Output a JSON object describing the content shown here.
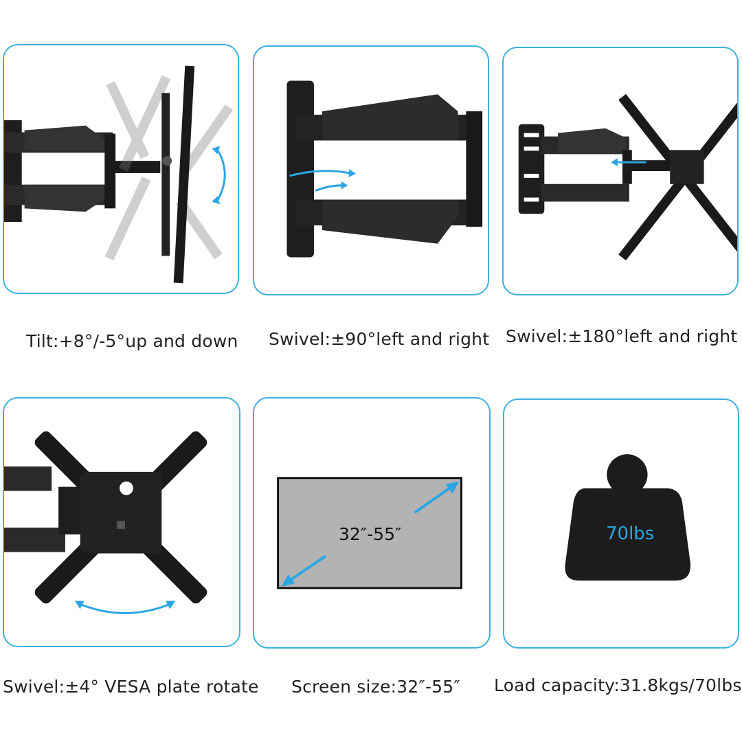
{
  "panels": [
    {
      "id": "tilt",
      "caption": "Tilt:+8°/-5°up and down"
    },
    {
      "id": "swivel90",
      "caption": "Swivel:±90°left and right"
    },
    {
      "id": "swivel180",
      "caption": "Swivel:±180°left and right"
    },
    {
      "id": "rotate",
      "caption": "Swivel:±4° VESA plate rotate"
    },
    {
      "id": "screen",
      "caption": "Screen size:32″-55″",
      "label": "32″-55″"
    },
    {
      "id": "load",
      "caption": "Load capacity:31.8kgs/70lbs",
      "label": "70lbs"
    }
  ],
  "colors": {
    "accent": "#3cb0e0",
    "arrow": "#2aa6e3",
    "metal": "#1c1c1c",
    "screen": "#b3b3b3"
  }
}
